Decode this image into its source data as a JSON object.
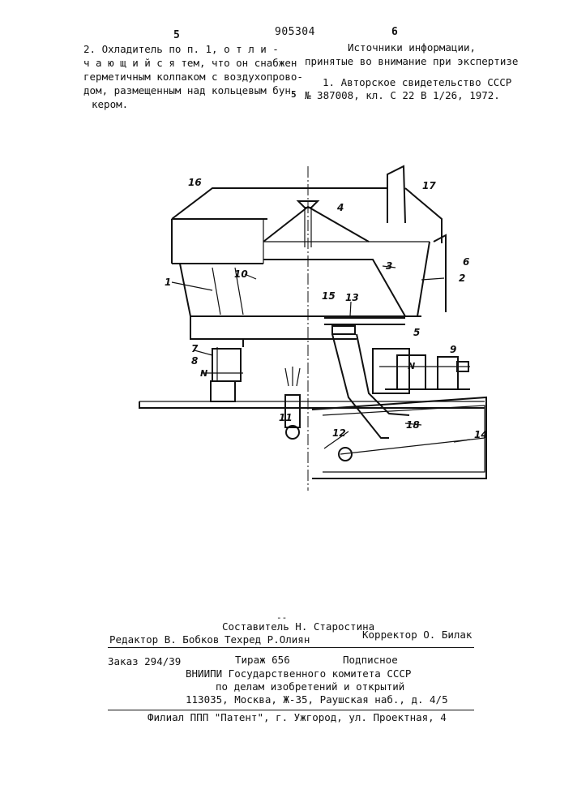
{
  "header": {
    "page_left": "5",
    "patent_number": "905304",
    "page_right": "6",
    "line_marker": "5"
  },
  "claim": {
    "lines": [
      "2. Охладитель по п. 1, о т л и -",
      "ч а ю щ и й с я тем, что он снабжен",
      "герметичным колпаком с воздухопрово-",
      "дом, размещенным над кольцевым бун-",
      "кером."
    ]
  },
  "sources": {
    "title_line1": "Источники информации,",
    "title_line2": "принятые во внимание при экспертизе",
    "ref_line1": "1. Авторское свидетельство СССР",
    "ref_line2": "№ 387008, кл. С 22 В 1/26, 1972."
  },
  "drawing": {
    "labels": [
      "16",
      "17",
      "4",
      "1",
      "10",
      "3",
      "6",
      "2",
      "15",
      "13",
      "5",
      "7",
      "8",
      "9",
      "11",
      "12",
      "18",
      "14"
    ],
    "motor_letters": [
      "N",
      "N"
    ]
  },
  "imprint": {
    "compiler": "Составитель Н. Старостина",
    "editor": "Редактор В. Бобков",
    "techred": "Техред  Р.Олиян",
    "corrector": "Корректор О. Билак",
    "order": "Заказ 294/39",
    "circulation": "Тираж 656",
    "subscription": "Подписное",
    "org1": "ВНИИПИ Государственного комитета СССР",
    "org2": "по делам изобретений и открытий",
    "org3": "113035, Москва, Ж-35, Раушская наб., д. 4/5",
    "branch": "Филиал ППП \"Патент\", г. Ужгород, ул. Проектная, 4"
  }
}
